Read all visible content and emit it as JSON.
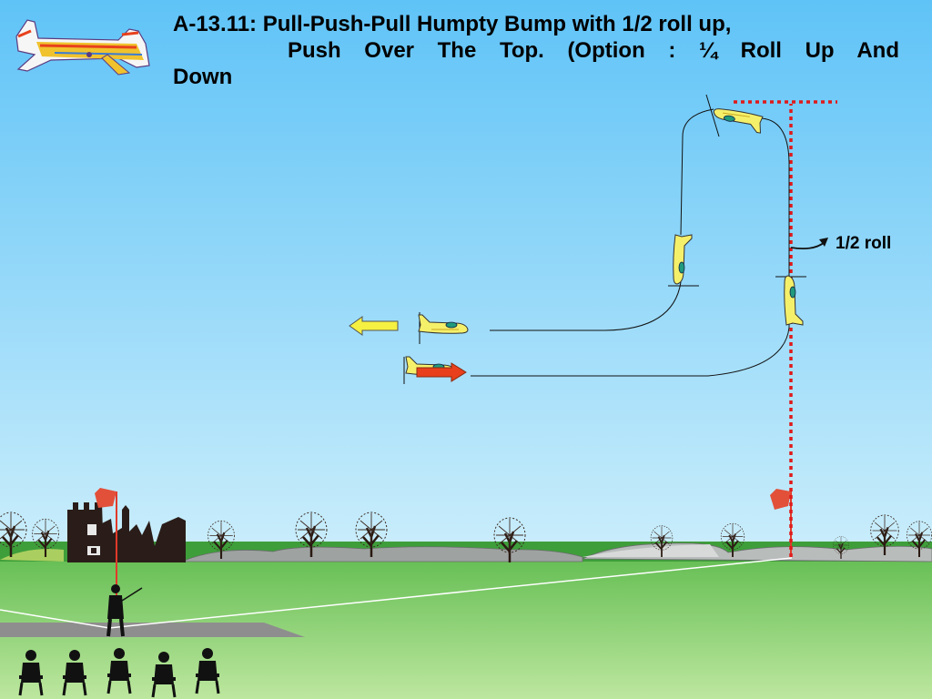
{
  "slide": {
    "title_line1": "A-13.11: Pull-Push-Pull Humpty Bump with 1/2 roll up,",
    "title_line2": "Push Over The Top. (Option : ¼ Roll Up And",
    "title_line3": "Down"
  },
  "maneuver": {
    "roll_label": "1/2 roll"
  },
  "colors": {
    "sky_top": "#5fc3f7",
    "sky_bottom": "#c7ecfb",
    "grass_top": "#58b84a",
    "grass_bottom": "#b8e59a",
    "plane_body": "#f5f06a",
    "entry_arrow": "#f5f041",
    "exit_arrow": "#e8401c",
    "reference_line": "#e01a1a",
    "flag": "#e2503a"
  },
  "icons": [
    "logo-plane-icon",
    "plane-icon",
    "arrow-icon",
    "flag-icon",
    "tree-icon",
    "pilot-icon",
    "spectator-icon"
  ]
}
